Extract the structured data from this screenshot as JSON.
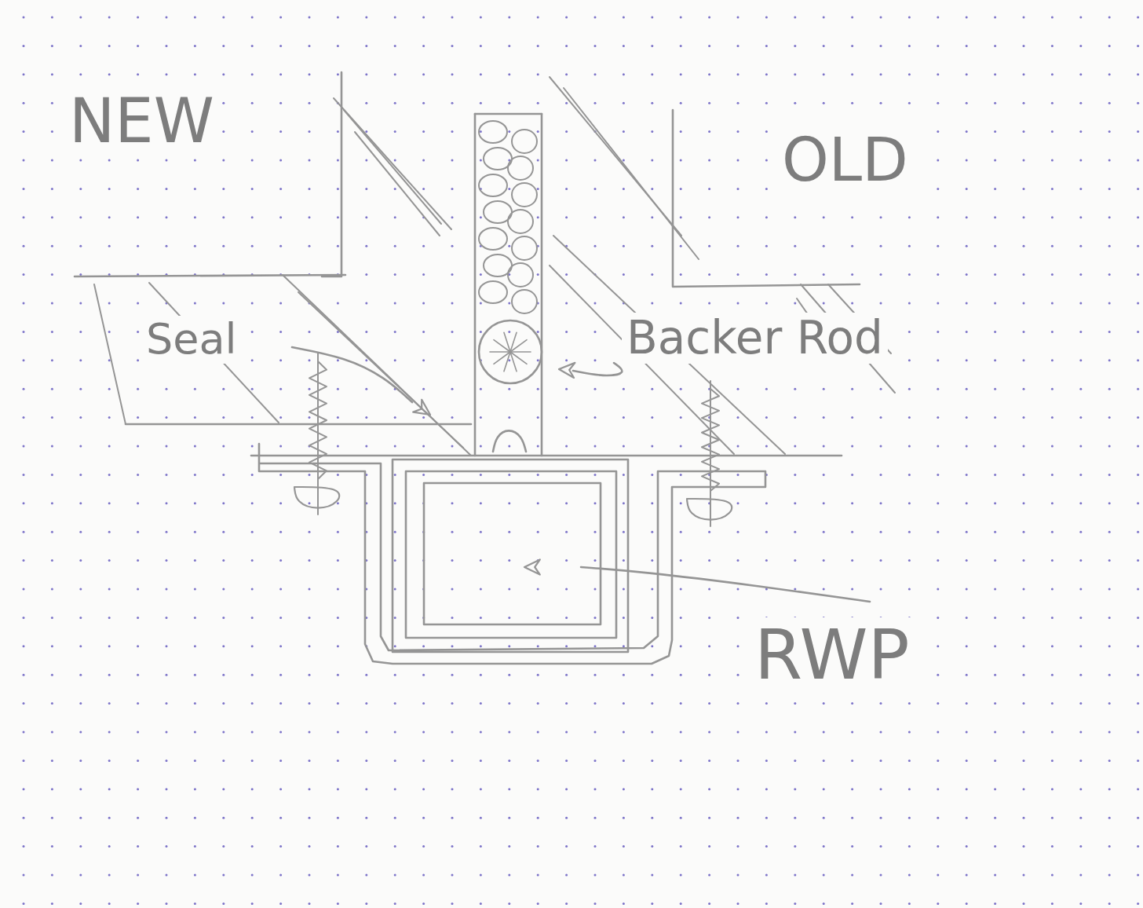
{
  "diagram": {
    "labels": [
      "NEW",
      "OLD",
      "Seal",
      "Backer Rod",
      "RWP"
    ]
  }
}
